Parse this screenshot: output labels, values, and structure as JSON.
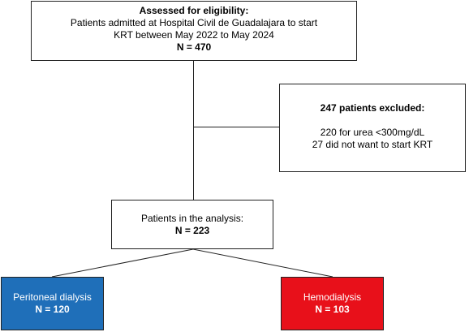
{
  "eligibility": {
    "title": "Assessed for eligibility:",
    "line1": "Patients admitted at Hospital Civil de Guadalajara to start",
    "line2": "KRT between May 2022 to May 2024",
    "count": "N = 470"
  },
  "excluded": {
    "title": "247 patients excluded:",
    "reason1": "220 for urea <300mg/dL",
    "reason2": "27 did not want to start KRT"
  },
  "analysis": {
    "label": "Patients in the analysis:",
    "count": "N = 223"
  },
  "peritoneal": {
    "label": "Peritoneal dialysis",
    "count": "N = 120",
    "color": "#1f6fb9"
  },
  "hemodialysis": {
    "label": "Hemodialysis",
    "count": "N = 103",
    "color": "#e8101a"
  },
  "colors": {
    "border": "#222222",
    "line": "#222222"
  }
}
